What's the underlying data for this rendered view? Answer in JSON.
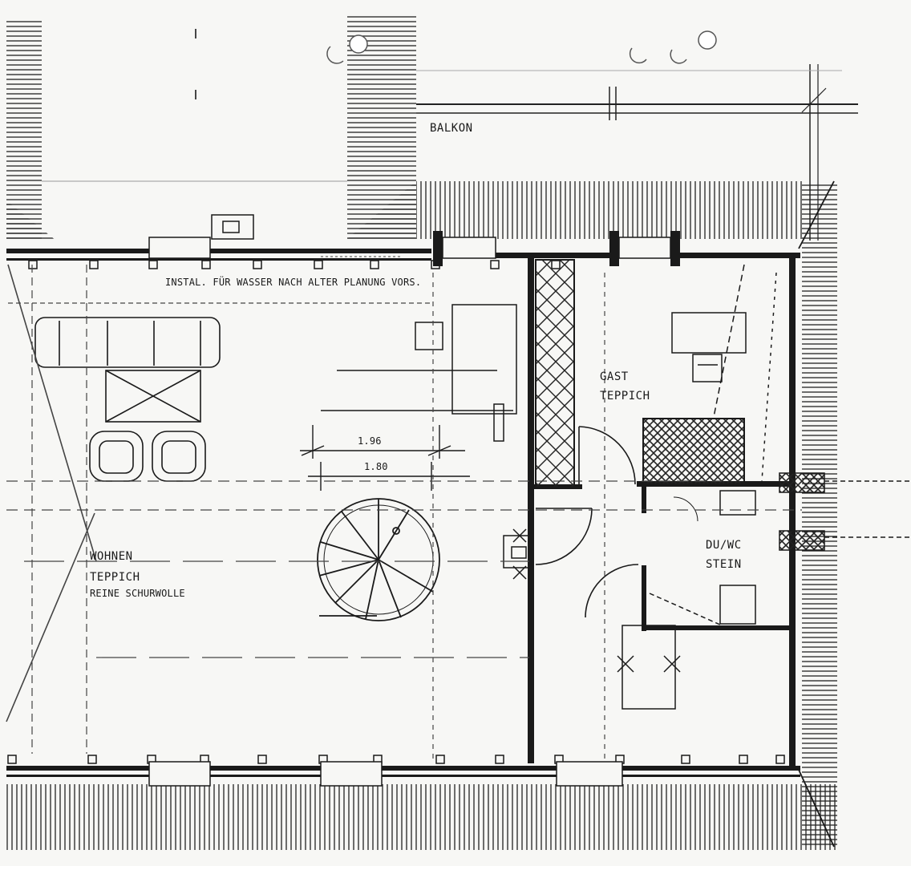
{
  "colors": {
    "paper": "#f7f7f5",
    "ink": "#1a1a1a",
    "faint": "#9a9a9a"
  },
  "labels": {
    "balcony": "BALKON",
    "note": "INSTAL. FÜR WASSER NACH ALTER PLANUNG VORS.",
    "guest_room": "GAST",
    "guest_floor": "TEPPICH",
    "living_room": "WOHNEN",
    "living_floor": "TEPPICH",
    "living_floor_detail": "REINE SCHURWOLLE",
    "bath": "DU/WC",
    "bath_floor": "STEIN"
  },
  "dimensions": {
    "outer": "1.96",
    "inner": "1.80"
  },
  "marks": {
    "top_tick_upper": "1",
    "top_tick_lower": "1"
  }
}
